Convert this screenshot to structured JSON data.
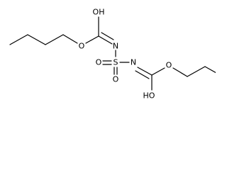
{
  "molecule": {
    "atoms": [
      {
        "id": "oh_top",
        "label": "OH"
      },
      {
        "id": "o_ester_top",
        "label": "O"
      },
      {
        "id": "n_top",
        "label": "N"
      },
      {
        "id": "o_sulfonyl_left",
        "label": "O"
      },
      {
        "id": "s_center",
        "label": "S"
      },
      {
        "id": "o_sulfonyl_bottom",
        "label": "O"
      },
      {
        "id": "n_right",
        "label": "N"
      },
      {
        "id": "ho_bottom",
        "label": "HO"
      },
      {
        "id": "o_ester_bottom",
        "label": "O"
      }
    ]
  }
}
